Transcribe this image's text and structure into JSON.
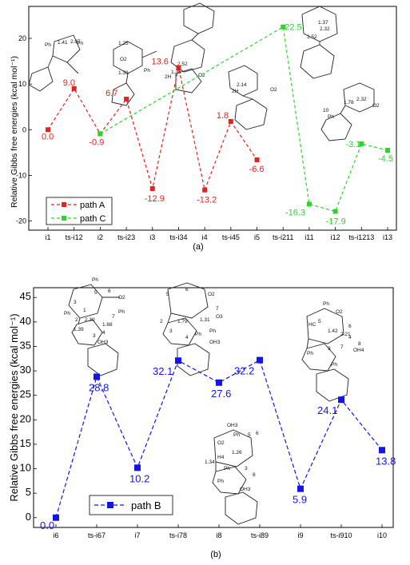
{
  "chart_data": [
    {
      "type": "line",
      "panel_label": "(a)",
      "ylabel": "Relative Gibbs free energies (kcal mol⁻¹)",
      "ylim": [
        -22,
        27
      ],
      "yticks": [
        -20,
        -10,
        0,
        10,
        20
      ],
      "categories": [
        "i1",
        "ts-i12",
        "i2",
        "ts-i23",
        "i3",
        "ts-i34",
        "i4",
        "ts-i45",
        "i5",
        "ts-i211",
        "i11",
        "i12",
        "ts-i1213",
        "i13"
      ],
      "series": [
        {
          "name": "path A",
          "color": "#e8201e",
          "points": [
            {
              "x": "i1",
              "y": 0.0,
              "label": "0.0"
            },
            {
              "x": "ts-i12",
              "y": 9.0,
              "label": "9.0"
            },
            {
              "x": "i2",
              "y": -0.9,
              "label": "-0.9"
            },
            {
              "x": "ts-i23",
              "y": 6.7,
              "label": "6.7"
            },
            {
              "x": "i3",
              "y": -12.9,
              "label": "-12.9"
            },
            {
              "x": "ts-i34",
              "y": 13.6,
              "label": "13.6"
            },
            {
              "x": "i4",
              "y": -13.2,
              "label": "-13.2"
            },
            {
              "x": "ts-i45",
              "y": 1.8,
              "label": "1.8"
            },
            {
              "x": "i5",
              "y": -6.6,
              "label": "-6.6"
            }
          ]
        },
        {
          "name": "path C",
          "color": "#2bd62b",
          "points": [
            {
              "x": "i2",
              "y": -0.9,
              "label": ""
            },
            {
              "x": "ts-i211",
              "y": 22.5,
              "label": "22.5"
            },
            {
              "x": "i11",
              "y": -16.3,
              "label": "-16.3"
            },
            {
              "x": "i12",
              "y": -17.9,
              "label": "-17.9"
            },
            {
              "x": "ts-i1213",
              "y": -3.1,
              "label": "-3.1"
            },
            {
              "x": "i13",
              "y": -4.5,
              "label": "-4.5"
            }
          ]
        }
      ],
      "legend_position": "bottom-left"
    },
    {
      "type": "line",
      "panel_label": "(b)",
      "ylabel": "Relative Gibbs free energies (kcal mol⁻¹)",
      "ylim": [
        -2,
        47
      ],
      "yticks": [
        0,
        5,
        10,
        15,
        20,
        25,
        30,
        35,
        40,
        45
      ],
      "categories": [
        "i6",
        "ts-i67",
        "i7",
        "ts-i78",
        "i8",
        "ts-i89",
        "i9",
        "ts-i910",
        "i10"
      ],
      "series": [
        {
          "name": "path B",
          "color": "#1414e6",
          "points": [
            {
              "x": "i6",
              "y": 0.0,
              "label": "0.0"
            },
            {
              "x": "ts-i67",
              "y": 28.8,
              "label": "28.8"
            },
            {
              "x": "i7",
              "y": 10.2,
              "label": "10.2"
            },
            {
              "x": "ts-i78",
              "y": 32.1,
              "label": "32.1"
            },
            {
              "x": "i8",
              "y": 27.6,
              "label": "27.6"
            },
            {
              "x": "ts-i89",
              "y": 32.2,
              "label": "32.2"
            },
            {
              "x": "i9",
              "y": 5.9,
              "label": "5.9"
            },
            {
              "x": "ts-i910",
              "y": 24.1,
              "label": "24.1"
            },
            {
              "x": "i10",
              "y": 13.8,
              "label": "13.8"
            }
          ]
        }
      ],
      "legend_position": "bottom-left"
    }
  ],
  "structure_labels": {
    "a": [
      "Ph",
      "1.41",
      "2.07",
      "Ph",
      "1.25",
      "O2",
      "1.39",
      "Ph",
      "2.52",
      "1.36",
      "2H",
      "O2",
      "1.37",
      "2.32",
      "1.52",
      "2.14",
      "2H",
      "O2",
      "Ph",
      "1.78",
      "2.32",
      "O2",
      "10"
    ],
    "b": [
      "Ph",
      "5",
      "6",
      "O2",
      "3",
      "1",
      "2.30",
      "Ph",
      "Ph",
      "2",
      "1.39",
      "1.68",
      "7",
      "3",
      "4",
      "OH3",
      "5",
      "6",
      "O2",
      "7",
      "O3",
      "1.31",
      "Ph",
      "2",
      "1.79",
      "Ph",
      "3",
      "4",
      "OH3",
      "Ph",
      "O2",
      "HC",
      "5",
      "1.42",
      "6",
      "2.21",
      "7",
      "OH4",
      "Ph",
      "3",
      "4",
      "8",
      "Ph",
      "OH3",
      "Ph",
      "5",
      "6",
      "O2",
      "1.26",
      "H4",
      "1.34",
      "Ph",
      "3",
      "8",
      "Ph",
      "OH3"
    ]
  }
}
